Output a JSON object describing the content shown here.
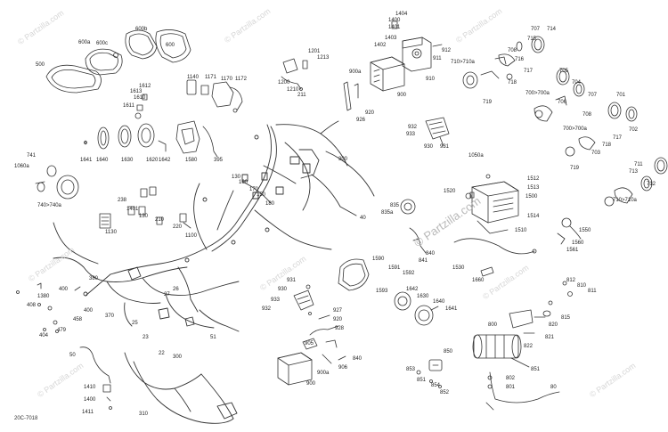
{
  "diagram": {
    "code": "20C-7018",
    "watermark": "© Partzilla.com",
    "watermark_center": "© Partzilla.com"
  },
  "labels": [
    {
      "text": "500"
    },
    {
      "text": "600a"
    },
    {
      "text": "600b"
    },
    {
      "text": "600c"
    },
    {
      "text": "600"
    },
    {
      "text": "1140"
    },
    {
      "text": "1171"
    },
    {
      "text": "1170"
    },
    {
      "text": "1172"
    },
    {
      "text": "1201"
    },
    {
      "text": "1213"
    },
    {
      "text": "1200"
    },
    {
      "text": "1210"
    },
    {
      "text": "211"
    },
    {
      "text": "1404"
    },
    {
      "text": "1400"
    },
    {
      "text": "1401"
    },
    {
      "text": "1403"
    },
    {
      "text": "1402"
    },
    {
      "text": "912"
    },
    {
      "text": "911"
    },
    {
      "text": "910"
    },
    {
      "text": "900a"
    },
    {
      "text": "900"
    },
    {
      "text": "920"
    },
    {
      "text": "926"
    },
    {
      "text": "707"
    },
    {
      "text": "714"
    },
    {
      "text": "715"
    },
    {
      "text": "708"
    },
    {
      "text": "716"
    },
    {
      "text": "710>710a"
    },
    {
      "text": "717"
    },
    {
      "text": "718"
    },
    {
      "text": "719"
    },
    {
      "text": "705"
    },
    {
      "text": "704"
    },
    {
      "text": "700>700a"
    },
    {
      "text": "706"
    },
    {
      "text": "707"
    },
    {
      "text": "701"
    },
    {
      "text": "708"
    },
    {
      "text": "700>700a"
    },
    {
      "text": "702"
    },
    {
      "text": "717"
    },
    {
      "text": "718"
    },
    {
      "text": "703"
    },
    {
      "text": "719"
    },
    {
      "text": "711"
    },
    {
      "text": "713"
    },
    {
      "text": "712"
    },
    {
      "text": "710>710a"
    },
    {
      "text": "1612"
    },
    {
      "text": "1613"
    },
    {
      "text": "1610"
    },
    {
      "text": "1611"
    },
    {
      "text": "1641"
    },
    {
      "text": "1640"
    },
    {
      "text": "1630"
    },
    {
      "text": "1620"
    },
    {
      "text": "1642"
    },
    {
      "text": "1580"
    },
    {
      "text": "395"
    },
    {
      "text": "300"
    },
    {
      "text": "932"
    },
    {
      "text": "933"
    },
    {
      "text": "930"
    },
    {
      "text": "931"
    },
    {
      "text": "1050a"
    },
    {
      "text": "1512"
    },
    {
      "text": "1513"
    },
    {
      "text": "1500"
    },
    {
      "text": "1514"
    },
    {
      "text": "1510"
    },
    {
      "text": "1520"
    },
    {
      "text": "835"
    },
    {
      "text": "835a"
    },
    {
      "text": "840"
    },
    {
      "text": "841"
    },
    {
      "text": "1530"
    },
    {
      "text": "1550"
    },
    {
      "text": "1560"
    },
    {
      "text": "1561"
    },
    {
      "text": "741"
    },
    {
      "text": "1060a"
    },
    {
      "text": "740>740a"
    },
    {
      "text": "238"
    },
    {
      "text": "140"
    },
    {
      "text": "1"
    },
    {
      "text": "130"
    },
    {
      "text": "210"
    },
    {
      "text": "220"
    },
    {
      "text": "1100"
    },
    {
      "text": "130"
    },
    {
      "text": "160"
    },
    {
      "text": "170"
    },
    {
      "text": "150"
    },
    {
      "text": "180"
    },
    {
      "text": "40"
    },
    {
      "text": "1130"
    },
    {
      "text": "1590"
    },
    {
      "text": "1591"
    },
    {
      "text": "1592"
    },
    {
      "text": "1593"
    },
    {
      "text": "1660"
    },
    {
      "text": "1642"
    },
    {
      "text": "1630"
    },
    {
      "text": "1640"
    },
    {
      "text": "1641"
    },
    {
      "text": "931"
    },
    {
      "text": "930"
    },
    {
      "text": "933"
    },
    {
      "text": "932"
    },
    {
      "text": "927"
    },
    {
      "text": "920"
    },
    {
      "text": "928"
    },
    {
      "text": "905"
    },
    {
      "text": "906"
    },
    {
      "text": "900a"
    },
    {
      "text": "840"
    },
    {
      "text": "900"
    },
    {
      "text": "812"
    },
    {
      "text": "810"
    },
    {
      "text": "811"
    },
    {
      "text": "815"
    },
    {
      "text": "800"
    },
    {
      "text": "820"
    },
    {
      "text": "821"
    },
    {
      "text": "822"
    },
    {
      "text": "851"
    },
    {
      "text": "850"
    },
    {
      "text": "853"
    },
    {
      "text": "851"
    },
    {
      "text": "854"
    },
    {
      "text": "852"
    },
    {
      "text": "802"
    },
    {
      "text": "801"
    },
    {
      "text": "80"
    },
    {
      "text": "380"
    },
    {
      "text": "400"
    },
    {
      "text": "400"
    },
    {
      "text": "1380"
    },
    {
      "text": "408"
    },
    {
      "text": "458"
    },
    {
      "text": "479"
    },
    {
      "text": "404"
    },
    {
      "text": "370"
    },
    {
      "text": "27"
    },
    {
      "text": "26"
    },
    {
      "text": "25"
    },
    {
      "text": "23"
    },
    {
      "text": "22"
    },
    {
      "text": "51"
    },
    {
      "text": "300"
    },
    {
      "text": "50"
    },
    {
      "text": "1410"
    },
    {
      "text": "1400"
    },
    {
      "text": "1411"
    },
    {
      "text": "310"
    }
  ]
}
